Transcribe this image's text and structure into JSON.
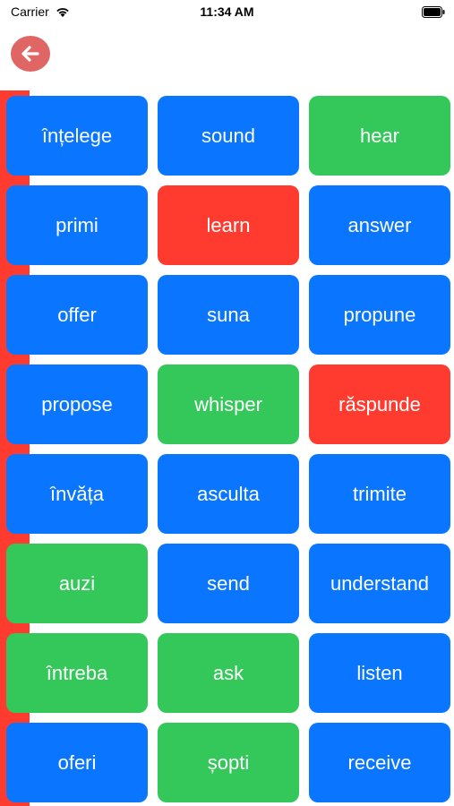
{
  "status_bar": {
    "carrier": "Carrier",
    "time": "11:34 AM"
  },
  "nav": {
    "back_icon": "arrow-left-icon",
    "back_color": "#e06666"
  },
  "colors": {
    "blue": "#0a75ff",
    "green": "#34c759",
    "red": "#ff3b30"
  },
  "progress": {
    "color": "#ff3b30"
  },
  "tiles": [
    {
      "label": "înțelege",
      "state": "blue"
    },
    {
      "label": "sound",
      "state": "blue"
    },
    {
      "label": "hear",
      "state": "green"
    },
    {
      "label": "primi",
      "state": "blue"
    },
    {
      "label": "learn",
      "state": "red"
    },
    {
      "label": "answer",
      "state": "blue"
    },
    {
      "label": "offer",
      "state": "blue"
    },
    {
      "label": "suna",
      "state": "blue"
    },
    {
      "label": "propune",
      "state": "blue"
    },
    {
      "label": "propose",
      "state": "blue"
    },
    {
      "label": "whisper",
      "state": "green"
    },
    {
      "label": "răspunde",
      "state": "red"
    },
    {
      "label": "învăța",
      "state": "blue"
    },
    {
      "label": "asculta",
      "state": "blue"
    },
    {
      "label": "trimite",
      "state": "blue"
    },
    {
      "label": "auzi",
      "state": "green"
    },
    {
      "label": "send",
      "state": "blue"
    },
    {
      "label": "understand",
      "state": "blue"
    },
    {
      "label": "întreba",
      "state": "green"
    },
    {
      "label": "ask",
      "state": "green"
    },
    {
      "label": "listen",
      "state": "blue"
    },
    {
      "label": "oferi",
      "state": "blue"
    },
    {
      "label": "șopti",
      "state": "green"
    },
    {
      "label": "receive",
      "state": "blue"
    }
  ]
}
